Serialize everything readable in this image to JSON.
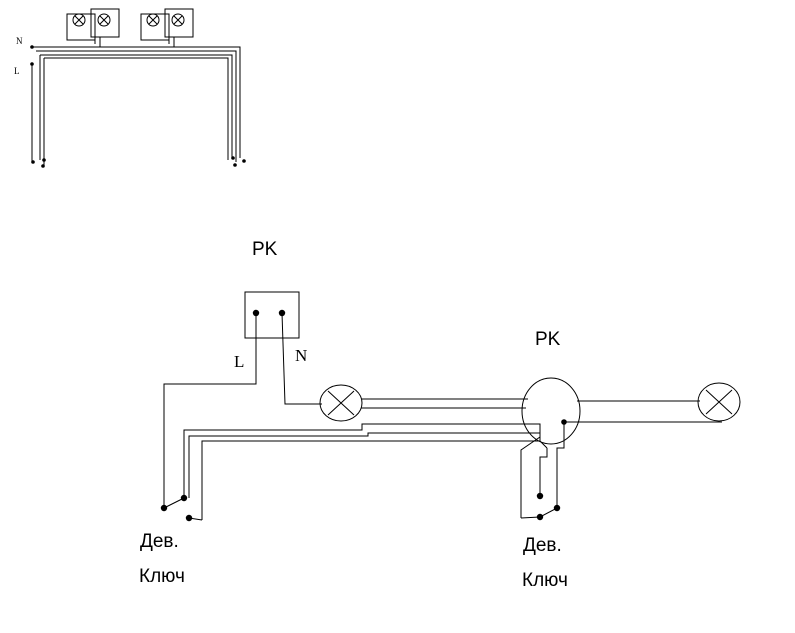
{
  "small_diagram": {
    "n_label": "N",
    "l_label": "L",
    "lamps": [
      "lamp",
      "lamp",
      "lamp",
      "lamp"
    ]
  },
  "main_diagram": {
    "box_label_left": "PK",
    "box_label_right": "PK",
    "wire_l_label": "L",
    "wire_n_label": "N",
    "switch_left_line1": "Дев.",
    "switch_left_line2": "Ключ",
    "switch_right_line1": "Дев.",
    "switch_right_line2": "Ключ"
  },
  "colors": {
    "stroke": "#000000",
    "background": "#ffffff"
  }
}
